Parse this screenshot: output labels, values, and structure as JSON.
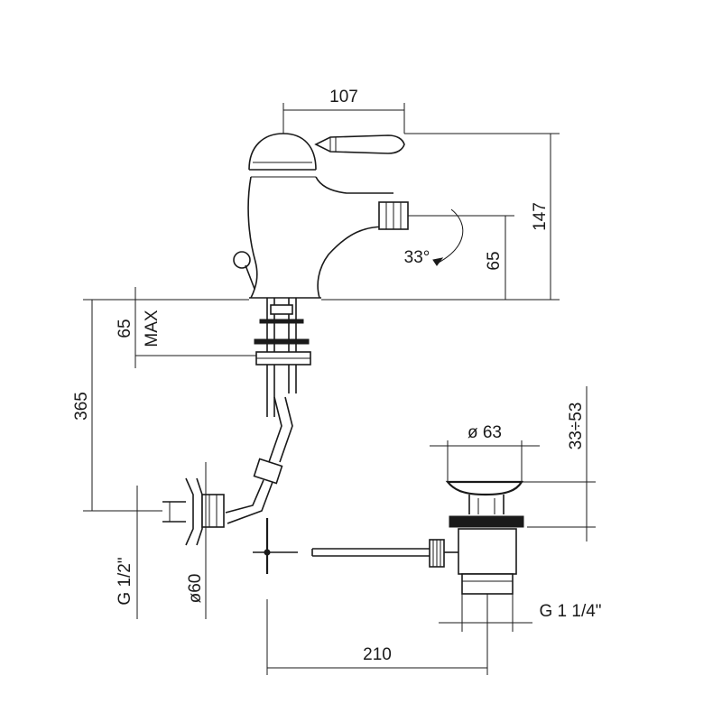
{
  "dimensions": {
    "width_top": "107",
    "total_height": "147",
    "spout_height": "65",
    "spout_angle": "33°",
    "deck_thickness": "65",
    "deck_max": "MAX",
    "supply_length": "365",
    "supply_thread": "G 1/2\"",
    "flange_diameter": "ø60",
    "waste_diameter": "ø 63",
    "waste_stroke": "33÷53",
    "waste_thread": "G 1 1/4\"",
    "rod_length": "210"
  }
}
